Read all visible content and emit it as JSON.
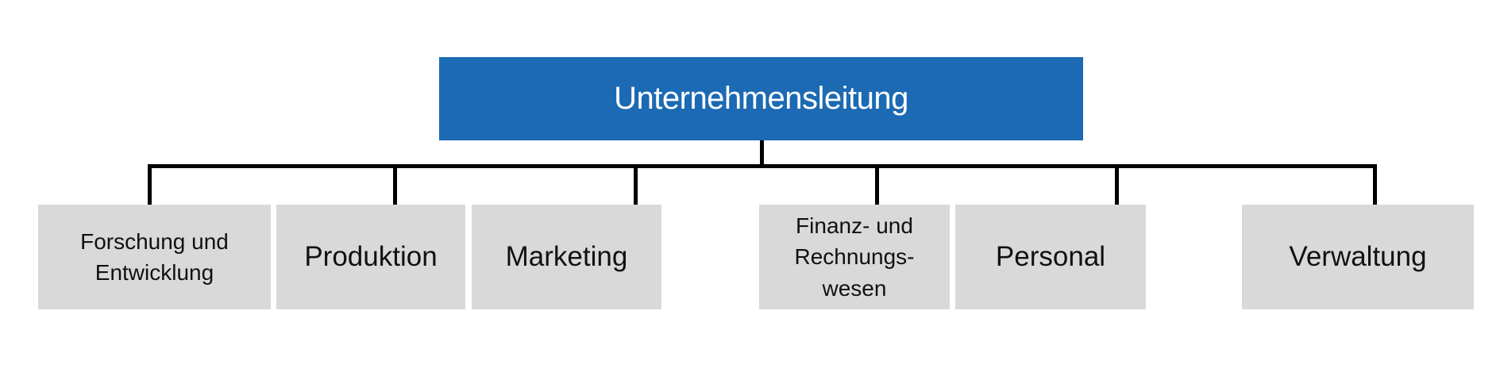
{
  "chart_title": "",
  "root": {
    "label": "Unternehmensleitung",
    "color": "#1c6ab4"
  },
  "departments": [
    {
      "label": "Forschung und\nEntwicklung"
    },
    {
      "label": "Produktion"
    },
    {
      "label": "Marketing"
    },
    {
      "label": "Finanz- und\nRechnungs-\nwesen"
    },
    {
      "label": "Personal"
    },
    {
      "label": "Verwaltung"
    }
  ],
  "colors": {
    "department_fill": "#d9d9d9",
    "connector": "#000000"
  }
}
